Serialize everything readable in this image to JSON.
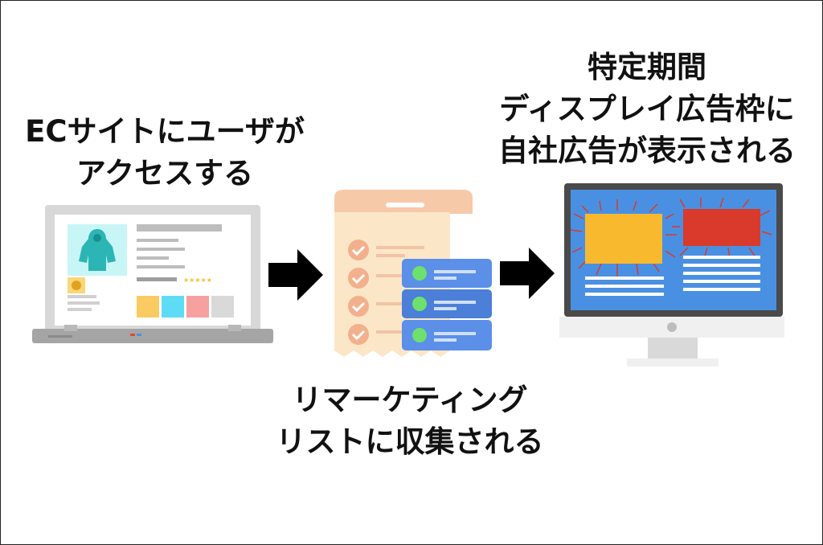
{
  "labels": {
    "ec_access": [
      "ECサイトにユーザが",
      "アクセスする"
    ],
    "display_ads": [
      "特定期間",
      "ディスプレイ広告枠に",
      "自社広告が表示される"
    ],
    "remarketing": [
      "リマーケティング",
      "リストに収集される"
    ]
  },
  "icons": {
    "laptop": "laptop-shop-icon",
    "receipt_list": "receipt-checklist-icon",
    "database": "database-server-icon",
    "monitor": "desktop-monitor-ad-icon",
    "arrow": "right-arrow-icon"
  },
  "colors": {
    "arrow": "#000000",
    "ad_yellow": "#F9B92E",
    "ad_red": "#D93A2B",
    "screen_blue": "#4A90E2",
    "db_blue": "#5B8FE8",
    "db_green": "#6EE06E",
    "receipt": "#FCE6C8",
    "check_circle": "#F3B08D"
  }
}
